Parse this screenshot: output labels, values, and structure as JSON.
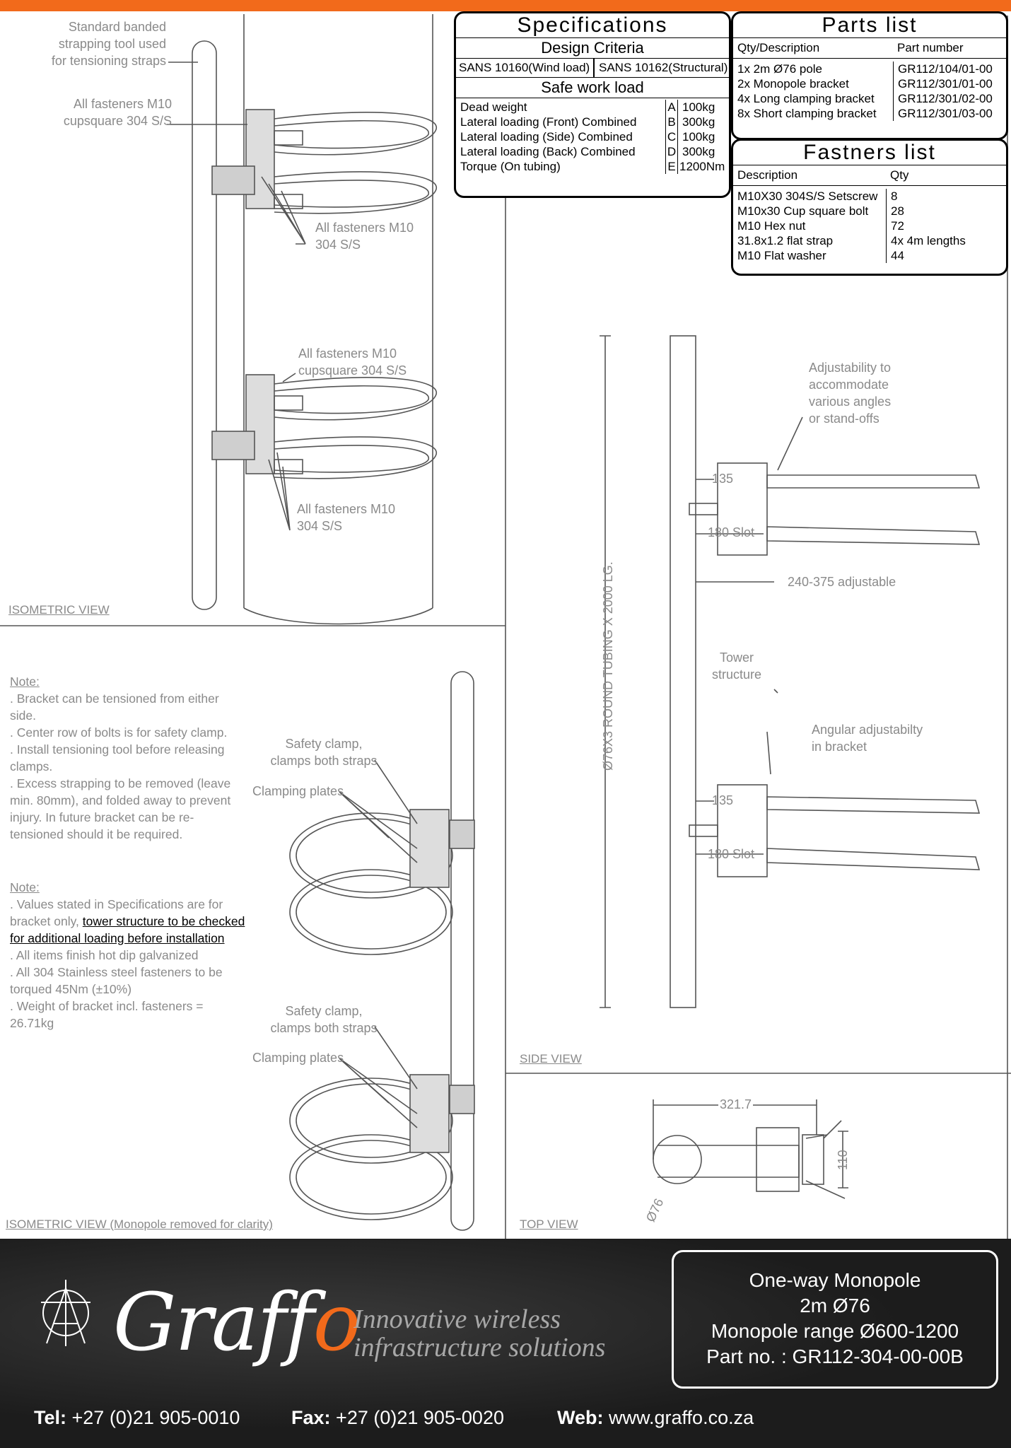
{
  "specifications": {
    "title": "Specifications",
    "design_criteria": "Design Criteria",
    "standards": [
      "SANS 10160(Wind load)",
      "SANS 10162(Structural)"
    ],
    "safe_work_load": "Safe work load",
    "rows": [
      {
        "desc": "Dead weight",
        "code": "A",
        "value": "100kg"
      },
      {
        "desc": "Lateral loading (Front) Combined",
        "code": "B",
        "value": "300kg"
      },
      {
        "desc": "Lateral loading (Side) Combined",
        "code": "C",
        "value": "100kg"
      },
      {
        "desc": "Lateral loading (Back) Combined",
        "code": "D",
        "value": "300kg"
      },
      {
        "desc": "Torque (On tubing)",
        "code": "E",
        "value": "1200Nm"
      }
    ]
  },
  "parts": {
    "title": "Parts list",
    "header": [
      "Qty/Description",
      "Part number"
    ],
    "rows": [
      {
        "desc": "1x 2m Ø76 pole",
        "part": "GR112/104/01-00"
      },
      {
        "desc": "2x Monopole bracket",
        "part": "GR112/301/01-00"
      },
      {
        "desc": "4x Long clamping bracket",
        "part": "GR112/301/02-00"
      },
      {
        "desc": "8x Short clamping bracket",
        "part": "GR112/301/03-00"
      }
    ]
  },
  "fasteners": {
    "title": "Fastners list",
    "header": [
      "Description",
      "Qty"
    ],
    "rows": [
      {
        "desc": "M10X30 304S/S Setscrew",
        "qty": "8"
      },
      {
        "desc": "M10x30 Cup square bolt",
        "qty": "28"
      },
      {
        "desc": "M10 Hex nut",
        "qty": "72"
      },
      {
        "desc": "31.8x1.2 flat strap",
        "qty": "4x 4m lengths"
      },
      {
        "desc": "M10 Flat washer",
        "qty": "44"
      }
    ]
  },
  "iso_labels": {
    "strapping_tool": [
      "Standard banded",
      "strapping tool used",
      "for tensioning straps"
    ],
    "fasteners_cupsquare_1": [
      "All fasteners M10",
      "cupsquare 304 S/S"
    ],
    "fasteners_ss_1": [
      "All fasteners M10",
      "304 S/S"
    ],
    "fasteners_cupsquare_2": [
      "All fasteners M10",
      "cupsquare 304 S/S"
    ],
    "fasteners_ss_2": [
      "All fasteners M10",
      "304 S/S"
    ],
    "view": "ISOMETRIC VIEW"
  },
  "iso2_labels": {
    "safety_clamp": [
      "Safety clamp,",
      "clamps both straps"
    ],
    "clamping_plates": "Clamping plates",
    "view": "ISOMETRIC VIEW (Monopole removed for clarity)"
  },
  "notes": {
    "note1_title": "Note:",
    "note1_items": [
      ". Bracket can be tensioned from either side.",
      ". Center row of bolts is for safety clamp.",
      ". Install tensioning tool before releasing clamps.",
      ". Excess strapping to be removed (leave min. 80mm), and folded away to prevent injury. In future bracket can be re-tensioned should it be required."
    ],
    "note2_title": "Note:",
    "note2_values_prefix": ". Values stated in Specifications are for bracket only, ",
    "note2_values_link": "tower structure to be checked for additional loading before installation",
    "note2_items": [
      ". All items finish hot dip galvanized",
      ". All 304 Stainless steel fasteners to be torqued 45Nm (±10%)",
      ". Weight of bracket incl. fasteners = 26.71kg"
    ]
  },
  "side_labels": {
    "tubing": "Ø76X3 ROUND TUBING X 2000 LG.",
    "adjustability": [
      "Adjustability to",
      "accommodate",
      "various angles",
      "or stand-offs"
    ],
    "dim_135": "135",
    "dim_180": "180 Slot",
    "adjustable": "240-375 adjustable",
    "tower": [
      "Tower",
      "structure"
    ],
    "angular": [
      "Angular adjustabilty",
      "in bracket"
    ],
    "view": "SIDE VIEW"
  },
  "top_labels": {
    "dim_321": "321.7",
    "dim_110": "110",
    "dim_76": "Ø76",
    "view": "TOP VIEW"
  },
  "footer": {
    "brand_main": "Graff",
    "brand_o": "o",
    "tagline": [
      "Innovative wireless",
      "infrastructure solutions"
    ],
    "tel_label": "Tel:",
    "tel": "+27 (0)21 905-0010",
    "fax_label": "Fax:",
    "fax": "+27 (0)21 905-0020",
    "web_label": "Web:",
    "web": "www.graffo.co.za",
    "title_lines": [
      "One-way Monopole",
      "2m Ø76",
      "Monopole range Ø600-1200",
      "Part no. : GR112-304-00-00B"
    ]
  },
  "colors": {
    "accent": "#f26a1b",
    "footer_bg": "#1c1c1c",
    "label_grey": "#8a8a8a"
  }
}
